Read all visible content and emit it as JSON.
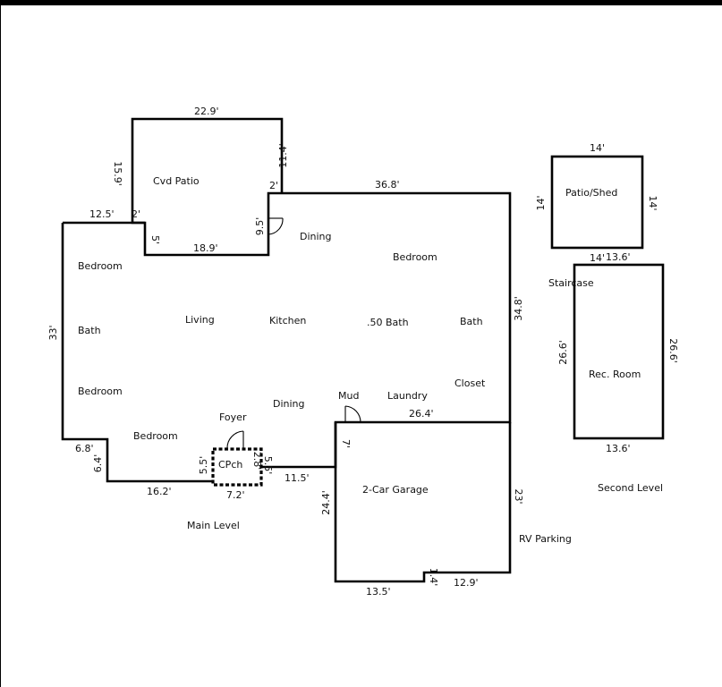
{
  "main_level": {
    "title": "Main Level",
    "rooms": {
      "cvd_patio": "Cvd Patio",
      "dining_top": "Dining",
      "bedroom_top_right": "Bedroom",
      "bedroom_1": "Bedroom",
      "bath_left": "Bath",
      "living": "Living",
      "kitchen": "Kitchen",
      "half_bath": ".50 Bath",
      "bath_right": "Bath",
      "bedroom_2": "Bedroom",
      "closet": "Closet",
      "mud": "Mud",
      "laundry": "Laundry",
      "dining_bottom": "Dining",
      "foyer": "Foyer",
      "bedroom_3": "Bedroom",
      "cpch": "CPch",
      "garage": "2-Car Garage",
      "rv_parking": "RV Parking"
    },
    "dims": {
      "patio_top": "22.9'",
      "patio_left": "15.9'",
      "patio_right": "11.4'",
      "patio_jog": "2'",
      "top_wall": "36.8'",
      "left_top": "12.5'",
      "jog_left": "2'",
      "jog_5": "5'",
      "patio_bottom": "18.9'",
      "door_9_5": "9.5'",
      "left_wall": "33'",
      "right_wall": "34.8'",
      "step_6_8": "6.8'",
      "step_6_4": "6.4'",
      "bottom_left": "16.2'",
      "cpch_left": "5.5'",
      "cpch_inner": "2.8'",
      "cpch_right": "5.5'",
      "cpch_bottom": "7.2'",
      "mid_bottom": "11.5'",
      "garage_top": "26.4'",
      "garage_7": "7'",
      "garage_left": "24.4'",
      "garage_right": "23'",
      "garage_bottom_left": "13.5'",
      "garage_bottom_right": "12.9'",
      "garage_notch": "1.4'"
    }
  },
  "second_level": {
    "title": "Second Level",
    "rooms": {
      "patio_shed": "Patio/Shed",
      "staircase": "Staircase",
      "rec_room": "Rec. Room"
    },
    "dims": {
      "shed_top": "14'",
      "shed_left": "14'",
      "shed_right": "14'",
      "shed_bottom": "14'",
      "rec_top": "13.6'",
      "rec_left": "26.6'",
      "rec_right": "26.6'",
      "rec_bottom": "13.6'"
    }
  }
}
